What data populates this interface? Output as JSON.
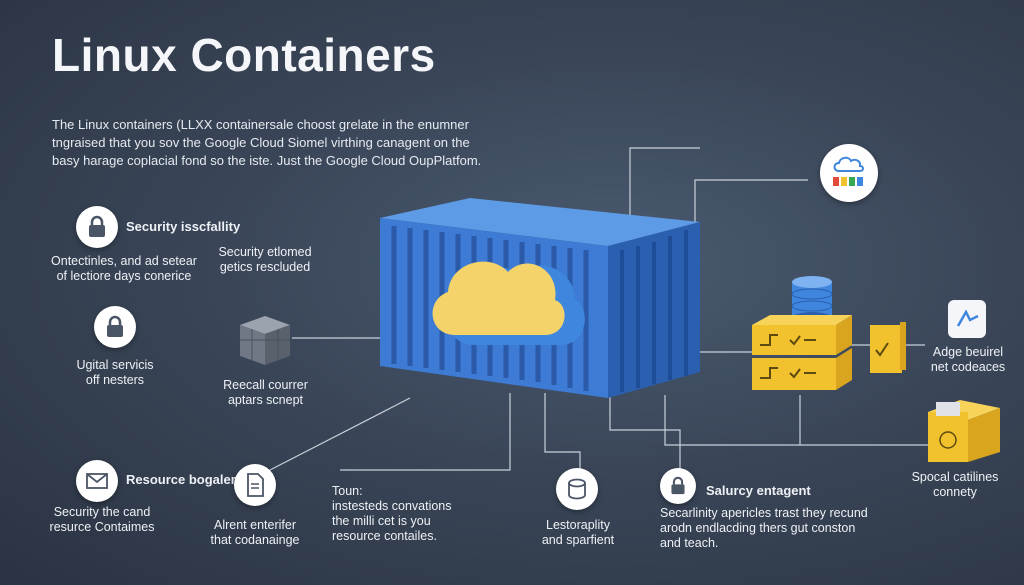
{
  "title": "Linux Containers",
  "intro": {
    "line1": "The Linux containers (LLXX containersale choost grelate in the enumner",
    "line2": "tngraised that you sov the Google Cloud Siomel virthing canagent on the",
    "line3": "basy harage coplacial fond so the iste. Just the Google Cloud OupPlatfom."
  },
  "left": {
    "security_title": "Security isscfallity",
    "security_desc1": "Ontectinles, and ad setear",
    "security_desc2": "of lectiore days conerice",
    "security_note1": "Security etlomed",
    "security_note2": "getics rescluded",
    "services1": "Ugital servicis",
    "services2": "off nesters",
    "recall1": "Reecall courrer",
    "recall2": "aptars scnept"
  },
  "bottom": {
    "resource_title": "Resource bogalert",
    "resource_desc1": "Security the cand",
    "resource_desc2": "resurce Contaimes",
    "alrent1": "Alrent enterifer",
    "alrent2": "that codanainge",
    "toun1": "Toun:",
    "toun2": "instesteds convations",
    "toun3": "the milli cet is you",
    "toun4": "resource contailes.",
    "lesto1": "Lestoraplity",
    "lesto2": "and sparfient",
    "salury_title": "Salurcy entagent",
    "salury1": "Secarlinity apericles trast they recund",
    "salury2": "arodn endlacding thers gut conston",
    "salury3": "and teach."
  },
  "right": {
    "adge1": "Adge beuirel",
    "adge2": "net codeaces",
    "spocal1": "Spocal catilines",
    "spocal2": "connety"
  },
  "colors": {
    "container": "#3d7bd4",
    "container_dark": "#2b5fb0",
    "cloud_yellow": "#f4d46a",
    "cloud_blue": "#3f86de",
    "accent_yellow": "#f2c12e",
    "line": "#c9d0da"
  }
}
